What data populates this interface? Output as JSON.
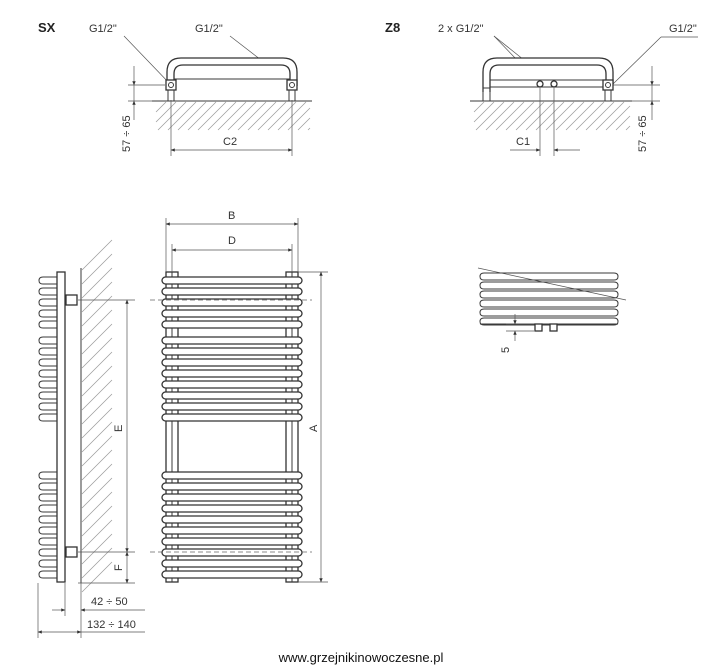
{
  "views": {
    "sx": {
      "title": "SX",
      "label_left": "G1/2\"",
      "label_right": "G1/2\"",
      "dim_height": "57 ÷ 65",
      "dim_width": "C2"
    },
    "z8": {
      "title": "Z8",
      "label_left": "2 x G1/2\"",
      "label_right": "G1/2\"",
      "dim_height": "57 ÷ 65",
      "dim_width": "C1"
    },
    "front": {
      "dim_B": "B",
      "dim_D": "D",
      "dim_A": "A"
    },
    "side": {
      "dim_E": "E",
      "dim_F": "F",
      "dim_depth_small": "42 ÷ 50",
      "dim_depth_large": "132 ÷ 140"
    },
    "detail": {
      "dim_gap": "5"
    }
  },
  "footer": {
    "url": "www.grzejnikinowoczesne.pl"
  }
}
